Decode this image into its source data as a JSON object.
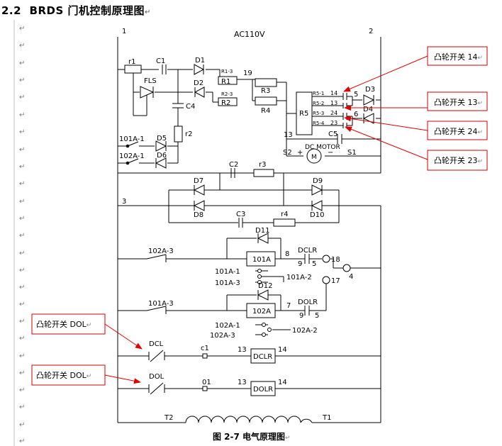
{
  "heading": {
    "number": "2.2",
    "title": "BRDS 门机控制原理图",
    "para_mark": "↵"
  },
  "paragraph_mark": "↵",
  "supply": {
    "voltage": "AC110V",
    "node_left": "1",
    "node_right": "2",
    "node_3": "3"
  },
  "components": {
    "r1": "r1",
    "C1": "C1",
    "D1": "D1",
    "FLS": "FLS",
    "D2": "D2",
    "C4": "C4",
    "r2": "r2",
    "R1": "R1",
    "R1_tap": "R1-3",
    "R2": "R2",
    "R2_tap": "R2-3",
    "node19": "19",
    "R3": "R3",
    "R4": "R4",
    "R5": "R5",
    "R5_1": "R5-1",
    "R5_2": "R5-2",
    "R5_3": "R5-3",
    "R5_4": "R5-4",
    "t14": "14",
    "t13": "13",
    "t24": "24",
    "t23": "23",
    "t5": "5",
    "t6": "6",
    "D3": "D3",
    "D4": "D4",
    "node13": "13",
    "C5": "C5",
    "motor": "DC MOTOR",
    "motor_symbol": "M",
    "S2": "S2",
    "S1": "S1",
    "plus": "+",
    "minus": "−",
    "sw_101A_1": "101A-1",
    "sw_102A_1": "102A-1",
    "D5": "D5",
    "D6": "D6",
    "C2": "C2",
    "r3": "r3",
    "D7": "D7",
    "D8": "D8",
    "D9": "D9",
    "D10": "D10",
    "C3": "C3",
    "r4": "r4",
    "D11": "D11",
    "sw_102A_3": "102A-3",
    "relay_101A": "101A",
    "n8": "8",
    "DCLR_c": "DCLR",
    "n9a": "9",
    "n5a": "5",
    "n18": "18",
    "n4": "4",
    "c_101A_1": "101A-1",
    "c_101A_2": "101A-2",
    "c_101A_3": "101A-3",
    "D12": "D12",
    "n17": "17",
    "sw_101A_3": "101A-3",
    "relay_102A": "102A",
    "n7": "7",
    "DOLR_c": "DOLR",
    "n9b": "9",
    "n5b": "5",
    "c_102A_1": "102A-1",
    "c_102A_2": "102A-2",
    "c_102A_3": "102A-3",
    "DCL": "DCL",
    "c1": "c1",
    "n13a": "13",
    "DCLR_relay": "DCLR",
    "n14a": "14",
    "DOL": "DOL",
    "o1": "01",
    "n13b": "13",
    "DOLR_relay": "DOLR",
    "n14b": "14",
    "T2": "T2",
    "T1": "T1"
  },
  "callouts": [
    {
      "text": "凸轮开关 14",
      "mark": "↵"
    },
    {
      "text": "凸轮开关 13",
      "mark": "↵"
    },
    {
      "text": "凸轮开关 24",
      "mark": "↵"
    },
    {
      "text": "凸轮开关 23",
      "mark": "↵"
    },
    {
      "text": "凸轮开关 DOL",
      "mark": "↵"
    },
    {
      "text": "凸轮开关 DOL",
      "mark": "↵"
    }
  ],
  "caption": {
    "text": "图 2-7  电气原理图",
    "mark": "↵"
  },
  "colors": {
    "wire": "#000000",
    "arrow": "#e00000",
    "callout_border": "#d00000",
    "margin_line": "#bfbfbf"
  }
}
